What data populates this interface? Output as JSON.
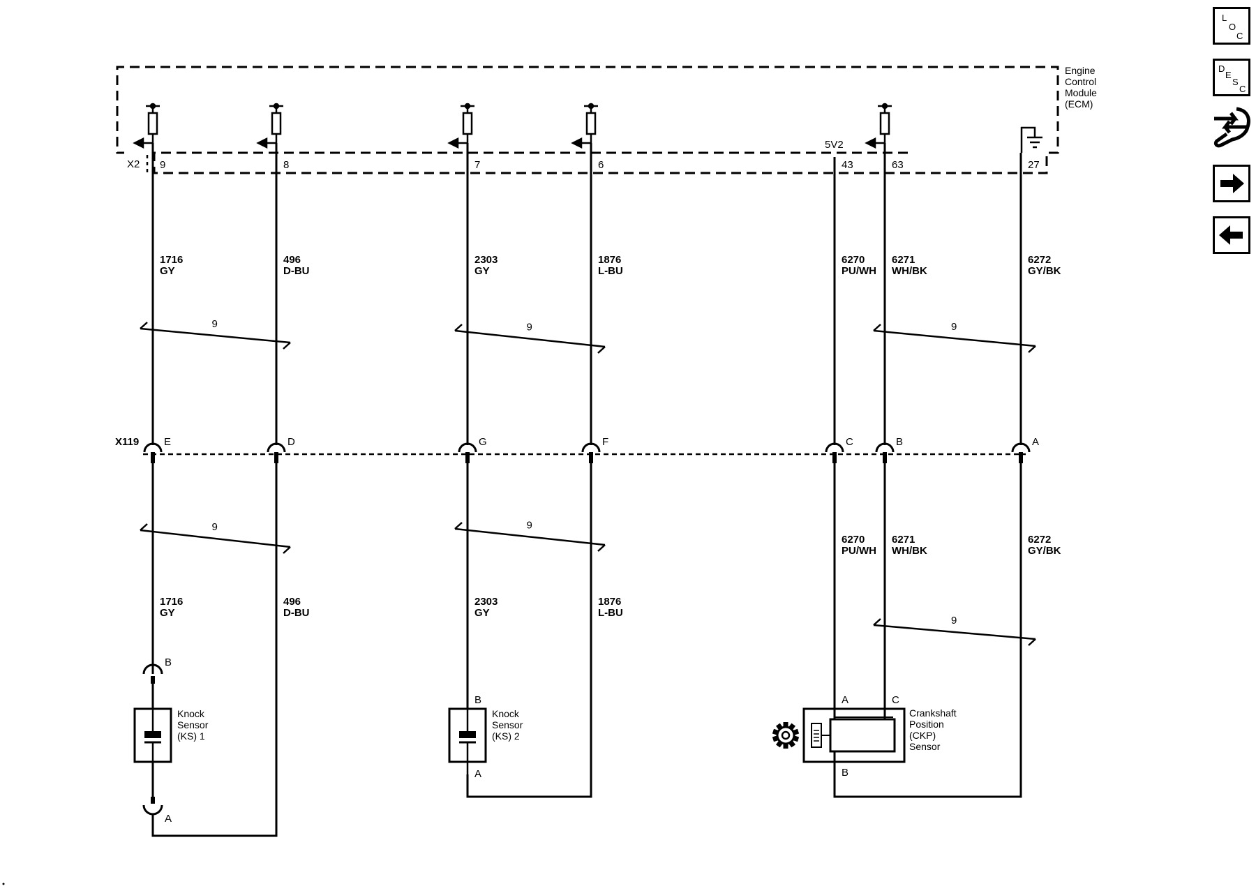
{
  "ecm": {
    "title_lines": [
      "Engine",
      "Control",
      "Module",
      "(ECM)"
    ],
    "connector": "X2",
    "supply_label": "5V2"
  },
  "inline_connector": {
    "name": "X119"
  },
  "circuits": [
    {
      "pin": "9",
      "x119": "E",
      "num": "1716",
      "color": "GY"
    },
    {
      "pin": "8",
      "x119": "D",
      "num": "496",
      "color": "D-BU"
    },
    {
      "pin": "7",
      "x119": "G",
      "num": "2303",
      "color": "GY"
    },
    {
      "pin": "6",
      "x119": "F",
      "num": "1876",
      "color": "L-BU"
    },
    {
      "pin": "43",
      "x119": "C",
      "num": "6270",
      "color": "PU/WH"
    },
    {
      "pin": "63",
      "x119": "B",
      "num": "6271",
      "color": "WH/BK"
    },
    {
      "pin": "27",
      "x119": "A",
      "num": "6272",
      "color": "GY/BK"
    }
  ],
  "twist": "9",
  "knock1": {
    "lines": [
      "Knock",
      "Sensor",
      "(KS) 1"
    ],
    "pin_b": "B",
    "pin_a": "A"
  },
  "knock2": {
    "lines": [
      "Knock",
      "Sensor",
      "(KS) 2"
    ],
    "pin_b": "B",
    "pin_a": "A"
  },
  "ckp": {
    "lines": [
      "Crankshaft",
      "Position",
      "(CKP)",
      "Sensor"
    ],
    "pin_a": "A",
    "pin_c": "C",
    "pin_b": "B"
  },
  "nav": {
    "loc": [
      "L",
      "O",
      "C"
    ],
    "desc": [
      "D",
      "E",
      "S",
      "C"
    ]
  }
}
